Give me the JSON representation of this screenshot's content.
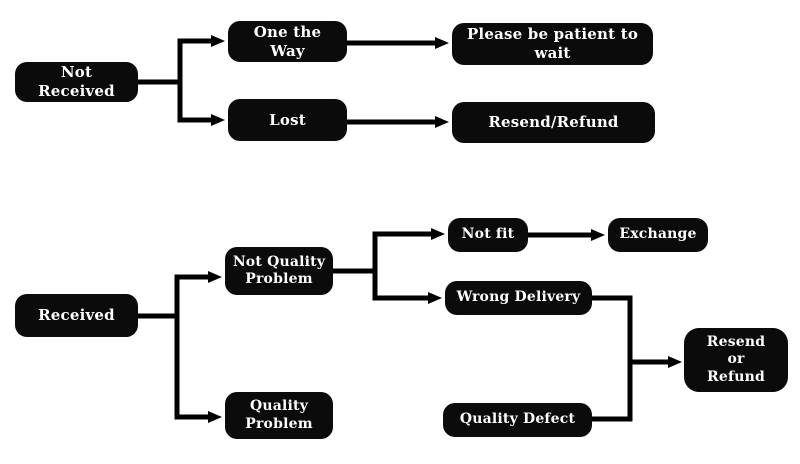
{
  "diagram": {
    "type": "flowchart",
    "background_color": "#ffffff",
    "node_fill_color": "#0b0b0b",
    "node_text_color": "#ffffff",
    "connector_color": "#000000",
    "nodes": {
      "not_received": {
        "label": "Not Received"
      },
      "one_the_way": {
        "label": "One the Way"
      },
      "please_wait": {
        "label": "Please be patient to wait"
      },
      "lost": {
        "label": "Lost"
      },
      "resend_refund": {
        "label": "Resend/Refund"
      },
      "received": {
        "label": "Received"
      },
      "not_quality_problem": {
        "label": "Not Quality Problem"
      },
      "quality_problem": {
        "label": "Quality Problem"
      },
      "not_fit": {
        "label": "Not fit"
      },
      "exchange": {
        "label": "Exchange"
      },
      "wrong_delivery": {
        "label": "Wrong Delivery"
      },
      "quality_defect": {
        "label": "Quality Defect"
      },
      "resend_or_refund": {
        "label": "Resend or Refund"
      }
    },
    "edges": [
      {
        "from": "Not Received",
        "to": "One the Way"
      },
      {
        "from": "Not Received",
        "to": "Lost"
      },
      {
        "from": "One the Way",
        "to": "Please be patient to wait"
      },
      {
        "from": "Lost",
        "to": "Resend/Refund"
      },
      {
        "from": "Received",
        "to": "Not Quality Problem"
      },
      {
        "from": "Received",
        "to": "Quality Problem"
      },
      {
        "from": "Not Quality Problem",
        "to": "Not fit"
      },
      {
        "from": "Not Quality Problem",
        "to": "Wrong Delivery"
      },
      {
        "from": "Not fit",
        "to": "Exchange"
      },
      {
        "from": "Wrong Delivery",
        "to": "Resend or Refund"
      },
      {
        "from": "Quality Problem",
        "to": "Quality Defect"
      },
      {
        "from": "Quality Defect",
        "to": "Resend or Refund"
      }
    ]
  }
}
